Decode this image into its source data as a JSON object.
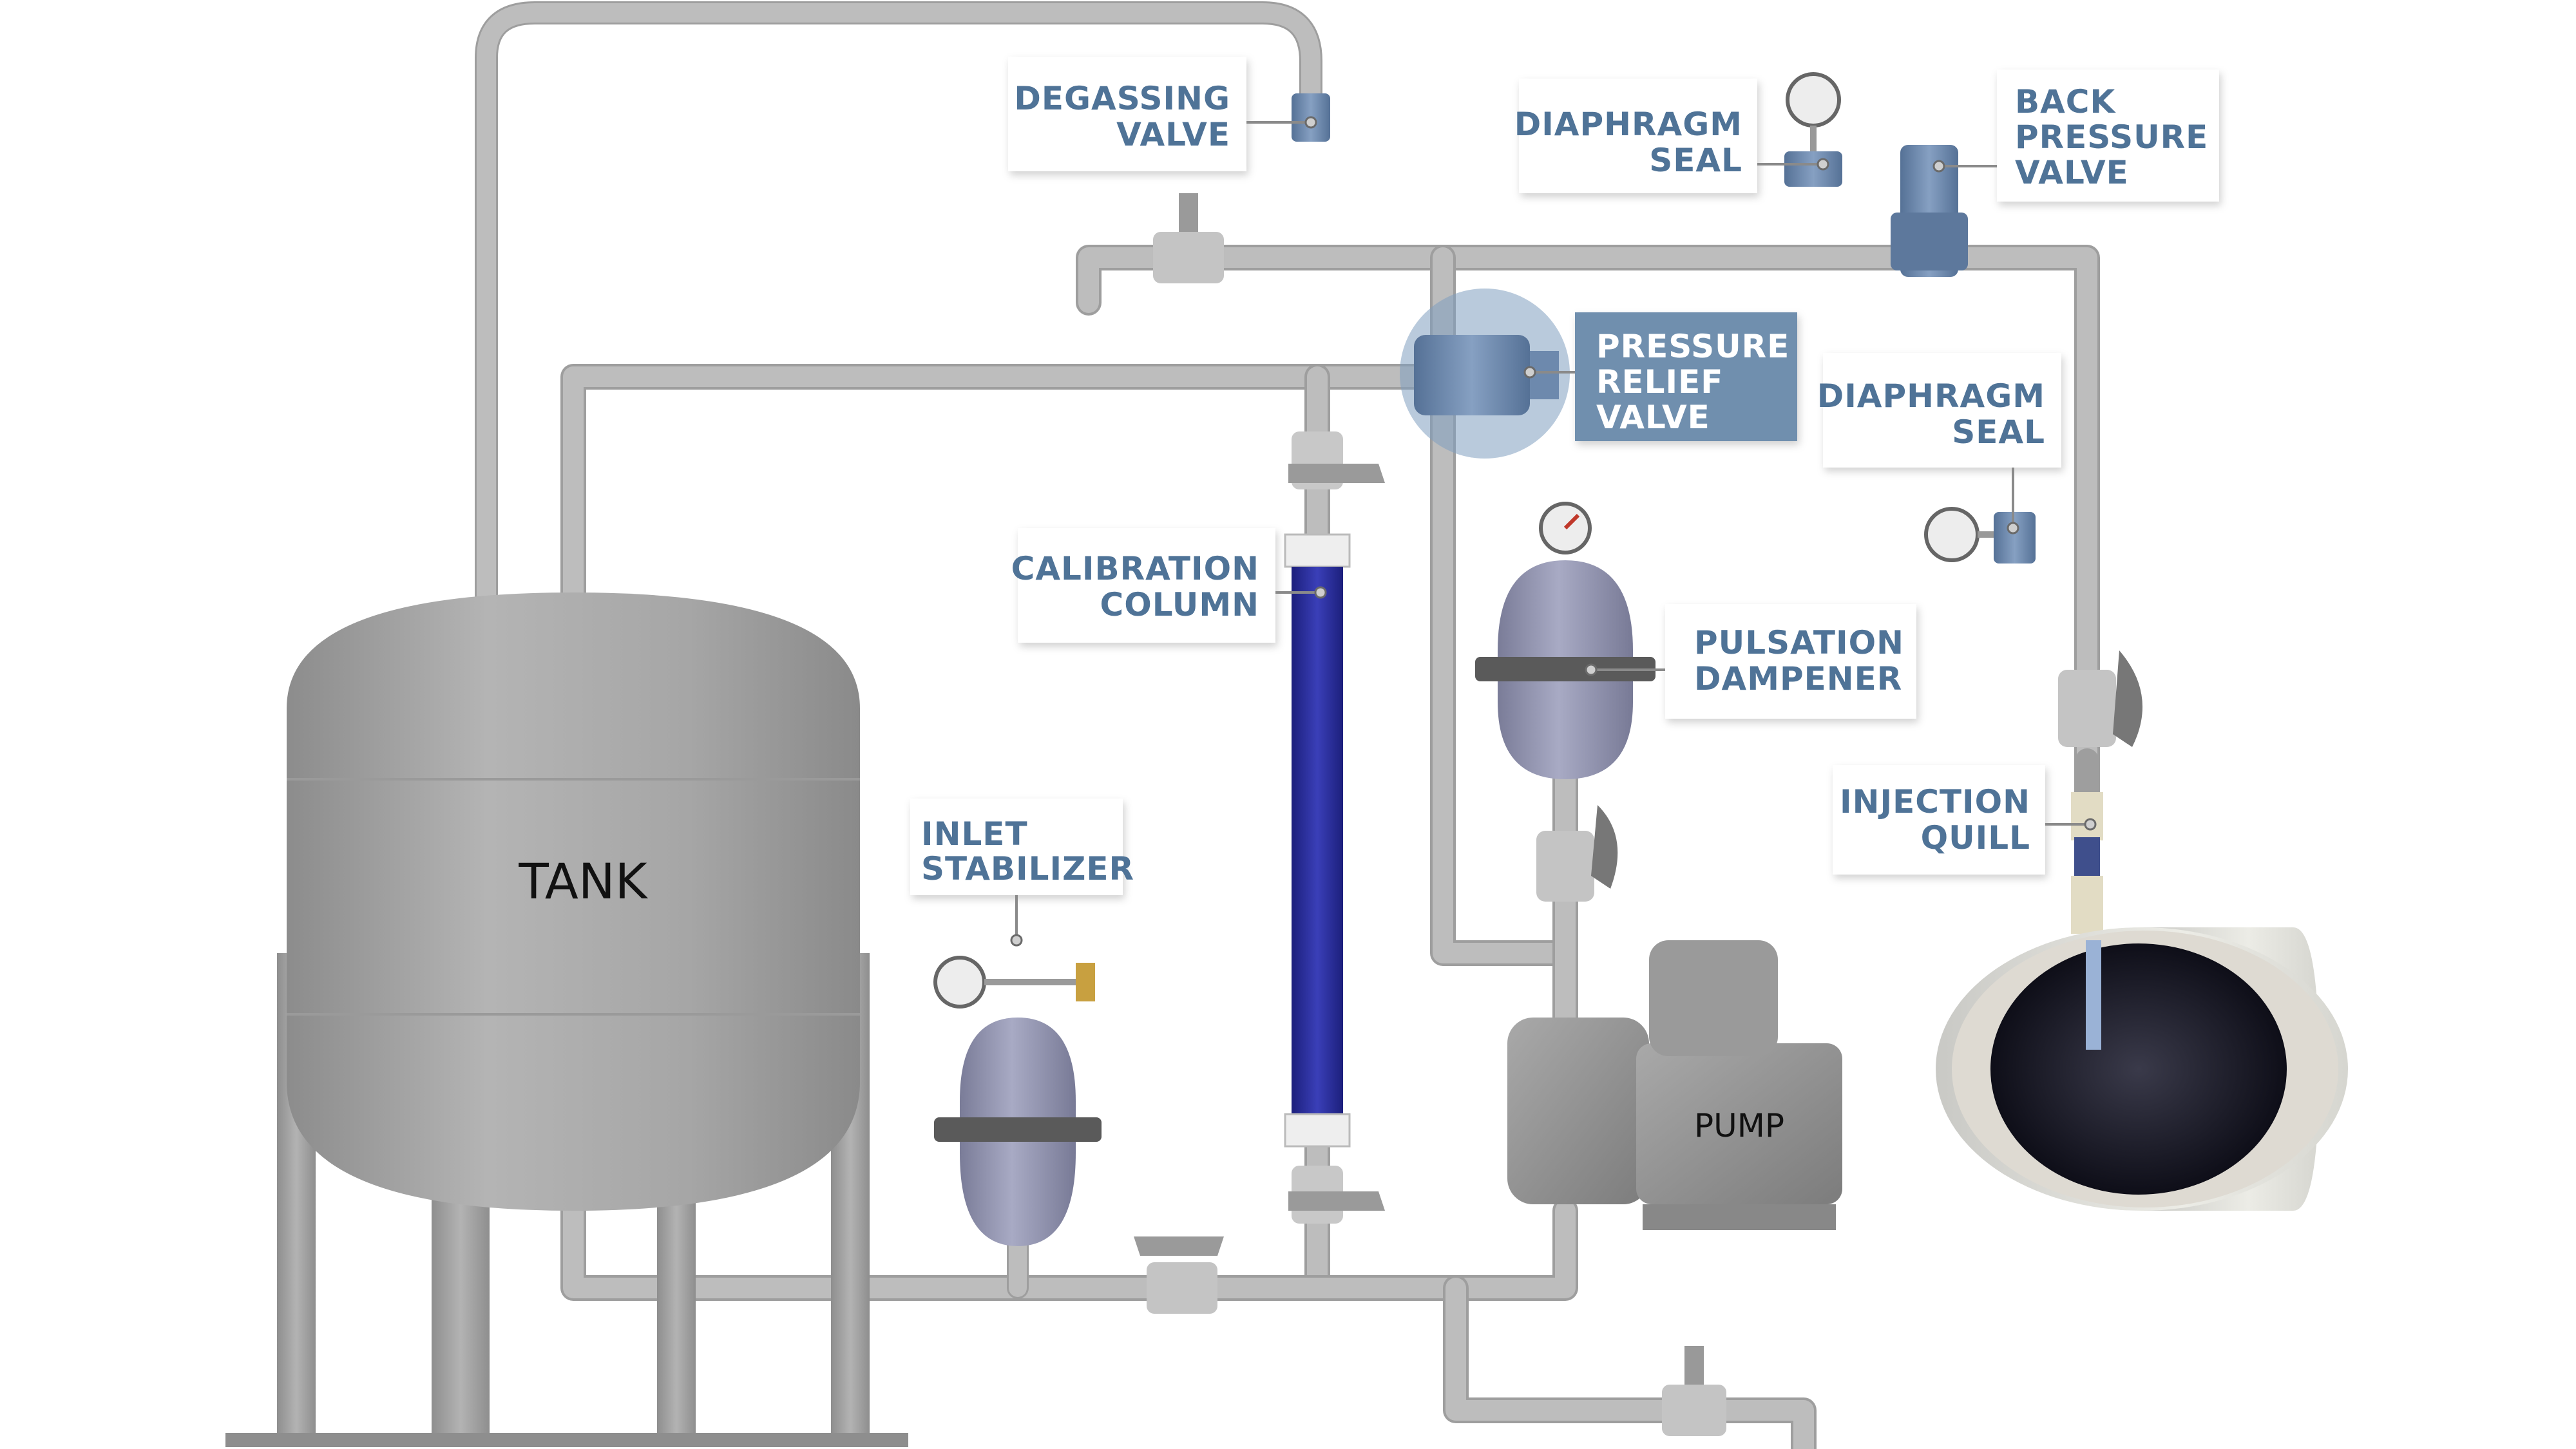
{
  "labels": {
    "degassing_valve": [
      "DEGASSING",
      "VALVE"
    ],
    "diaphragm_seal_top": [
      "DIAPHRAGM",
      "SEAL"
    ],
    "back_pressure_valve": [
      "BACK",
      "PRESSURE",
      "VALVE"
    ],
    "pressure_relief_valve": [
      "PRESSURE",
      "RELIEF",
      "VALVE"
    ],
    "diaphragm_seal_right": [
      "DIAPHRAGM",
      "SEAL"
    ],
    "calibration_column": [
      "CALIBRATION",
      "COLUMN"
    ],
    "pulsation_dampener": [
      "PULSATION",
      "DAMPENER"
    ],
    "inlet_stabilizer": [
      "INLET",
      "STABILIZER"
    ],
    "injection_quill": [
      "INJECTION",
      "QUILL"
    ]
  },
  "equipment": {
    "tank": "TANK",
    "pump": "PUMP"
  },
  "colors": {
    "label_text": "#4f7397",
    "highlight_fill": "#6f8fae",
    "pipe": "#bdbdbd",
    "valve_blue": "#6f8aae",
    "calibration_blue": "#2a2e9a",
    "dampener": "#8e91ad"
  }
}
